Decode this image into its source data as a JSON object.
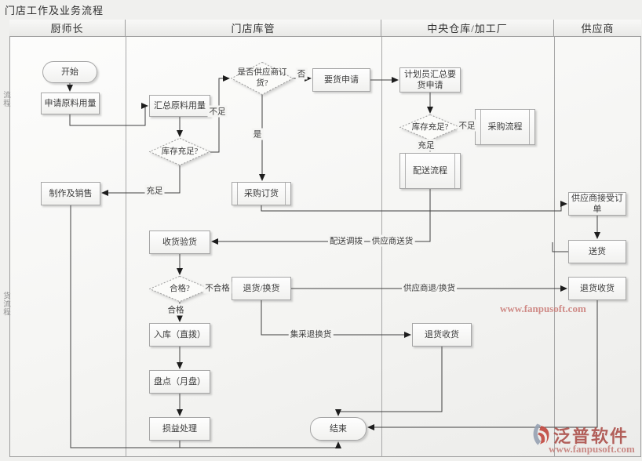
{
  "title": "门店工作及业务流程",
  "lanes": [
    {
      "label": "厨师长"
    },
    {
      "label": "门店库管"
    },
    {
      "label": "中央仓库/加工厂"
    },
    {
      "label": "供应商"
    }
  ],
  "side_labels": {
    "top": "流程",
    "bottom": "货流程"
  },
  "nodes": {
    "start": "开始",
    "apply": "申请原料用量",
    "make": "制作及销售",
    "sum": "汇总原料用量",
    "d_supplier": "是否供应商订货?",
    "req": "要货申请",
    "d_stock2": "库存充足?",
    "po": "采购订货",
    "recv": "收货验货",
    "d_qual": "合格?",
    "ret": "退货/换货",
    "stock_in": "入库（直拨）",
    "count": "盘点（月盘）",
    "pl": "损益处理",
    "end": "结束",
    "plan": "计划员汇总要货申请",
    "d_stock3": "库存充足?",
    "proc": "采购流程",
    "deliv": "配送流程",
    "ret_recv_c": "退货收货",
    "accept": "供应商接受订单",
    "ship": "送货",
    "ret_recv_s": "退货收货"
  },
  "edge_labels": {
    "insufficient2": "不足",
    "no": "否",
    "yes": "是",
    "sufficient2": "充足",
    "insufficient3": "不足",
    "sufficient3": "充足",
    "delivery_transfer": "配送调拨",
    "supplier_delivery": "供应商送货",
    "unqualified": "不合格",
    "qualified": "合格",
    "supplier_return": "供应商退/换货",
    "central_return": "集采退换货"
  },
  "watermark": {
    "brand": "泛普软件",
    "url": "www.fanpusoft.com",
    "url_mid": "www.fanpusoft.com"
  },
  "colors": {
    "watermark_red": "#aa4b46",
    "watermark_url": "#c5807b",
    "line": "#3f3f3f",
    "shape_border": "#a6a6a6",
    "grid_border": "#9d9d9d"
  }
}
